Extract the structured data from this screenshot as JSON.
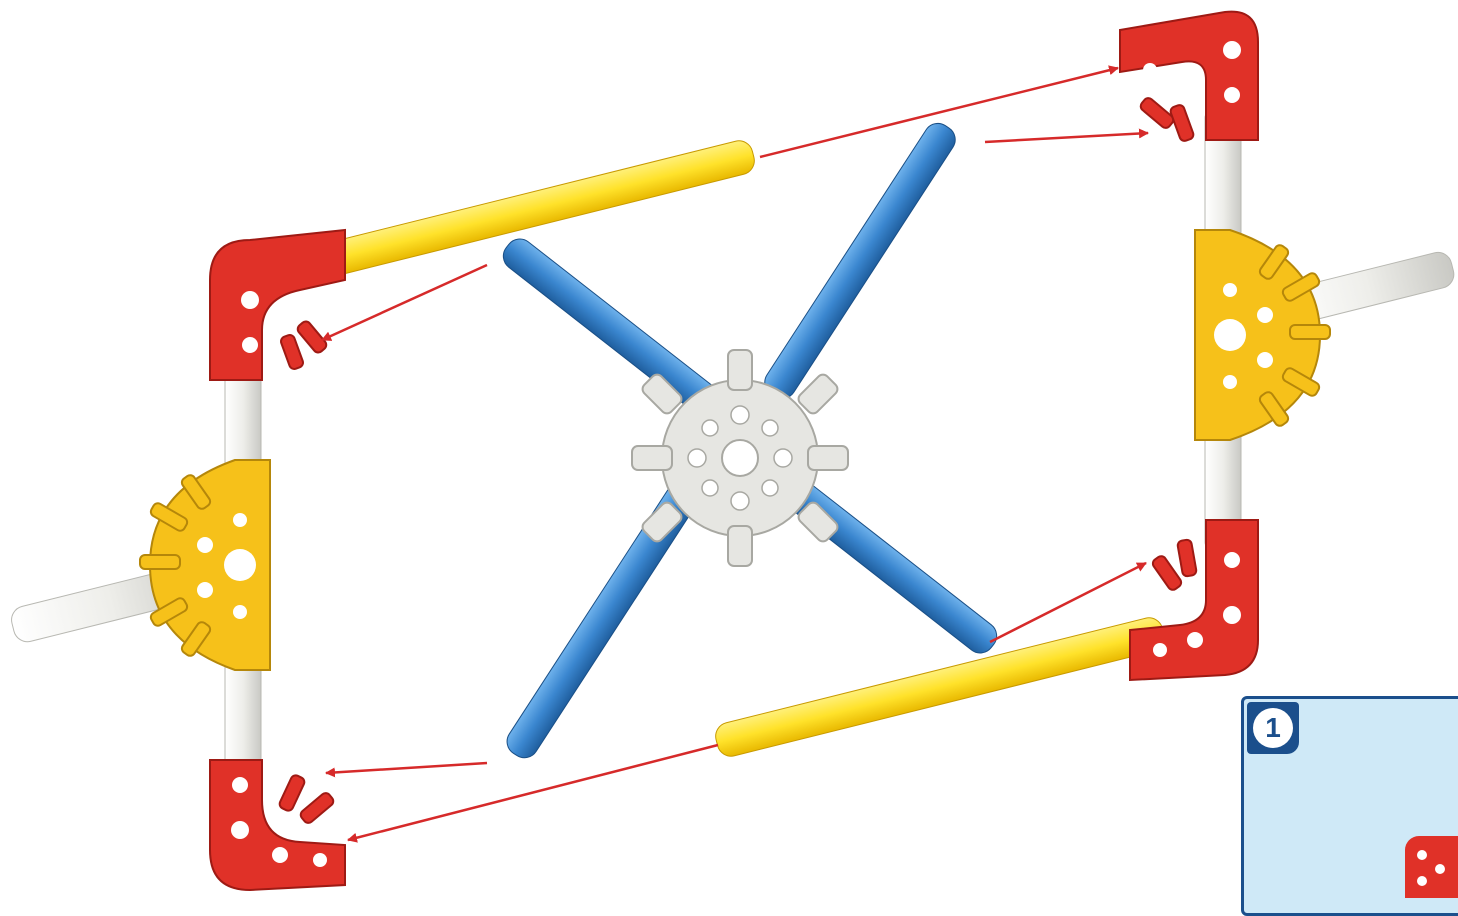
{
  "step": {
    "number": "1"
  },
  "colors": {
    "connector_red": "#e03128",
    "connector_yellow": "#f6c11a",
    "connector_white": "#e6e6e2",
    "rod_yellow": "#ffe22a",
    "rod_blue": "#3a86cf",
    "rod_white": "#eeeeea",
    "arrow": "#d62a2a",
    "step_panel_fill": "#cfe9f7",
    "step_panel_border": "#1b4f8c"
  },
  "parts": {
    "red_corner_connectors": 4,
    "yellow_half_connectors": 2,
    "white_hub_connector": 1,
    "yellow_rods": 2,
    "blue_rods": 4,
    "white_rods": 6
  },
  "icons": [
    "arrow-icon",
    "step-number-badge-icon"
  ]
}
